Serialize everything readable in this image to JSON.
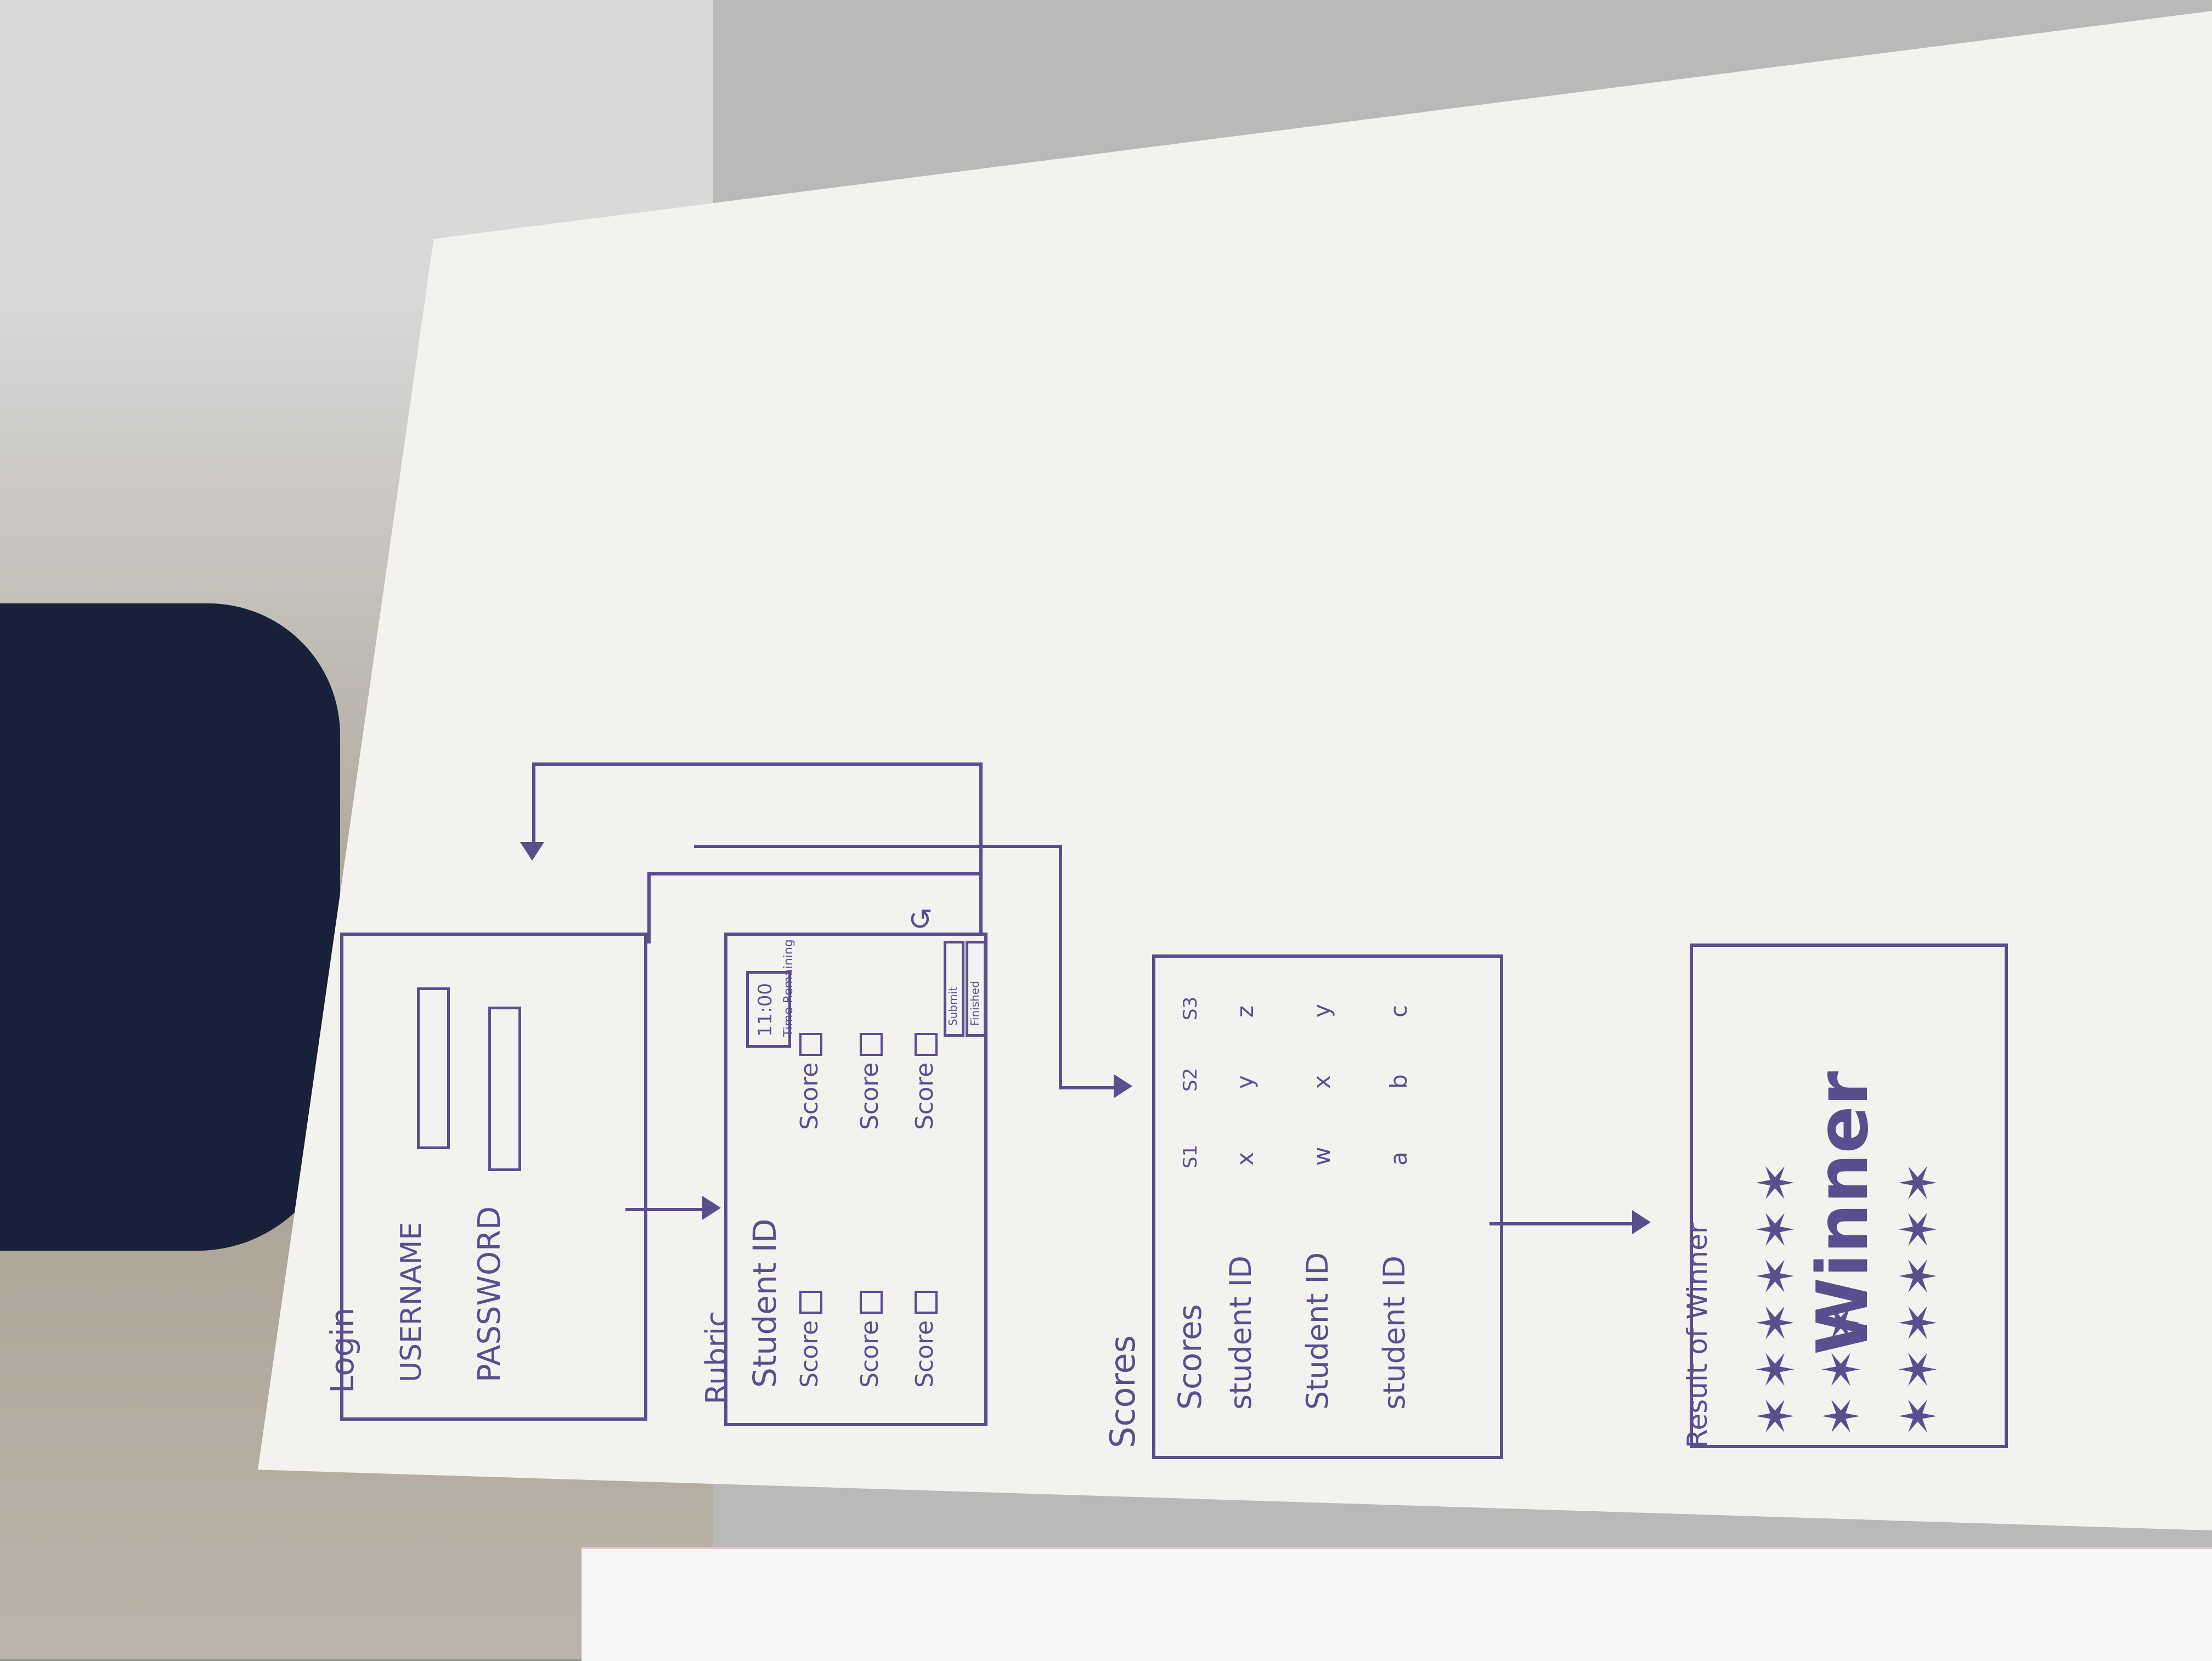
{
  "screens": {
    "login": {
      "title": "Login",
      "username_label": "USERNAME",
      "password_label": "PASSWORD"
    },
    "rubric": {
      "title": "Rubric",
      "student_label": "Student ID",
      "timer_value": "11:00",
      "timer_label": "Time Remaining",
      "score_items": [
        "Score",
        "Score",
        "Score",
        "Score",
        "Score",
        "Score"
      ],
      "submit_label": "Submit",
      "finished_label": "Finished"
    },
    "scores": {
      "title": "Scores",
      "header_label": "Scores",
      "header_values": [
        "S1",
        "S2",
        "S3"
      ],
      "rows": [
        {
          "label": "student ID",
          "values": [
            "x",
            "y",
            "z"
          ]
        },
        {
          "label": "Student ID",
          "values": [
            "w",
            "x",
            "y"
          ]
        },
        {
          "label": "student ID",
          "values": [
            "a",
            "b",
            "c"
          ]
        }
      ]
    },
    "result": {
      "title": "Result of Winner",
      "winner_text": "Winner"
    }
  }
}
